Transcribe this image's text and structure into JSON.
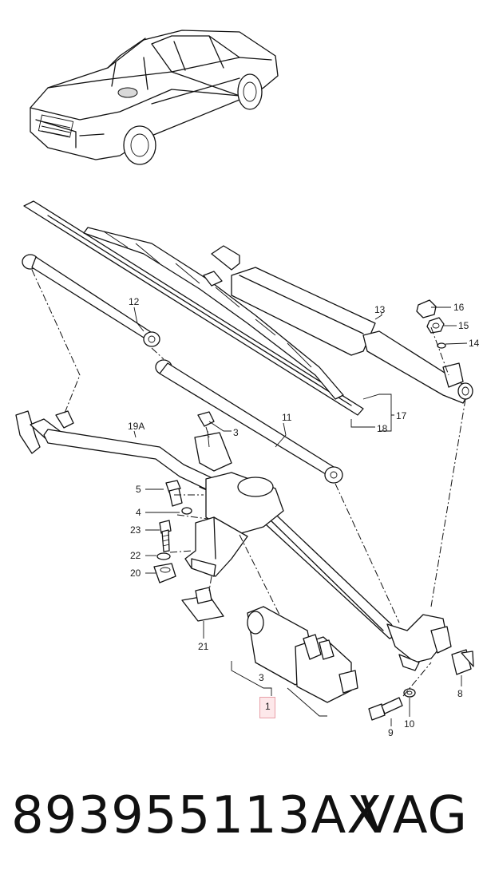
{
  "callouts": {
    "c16": "16",
    "c15": "15",
    "c14": "14",
    "c13": "13",
    "c12": "12",
    "c17": "17",
    "c18": "18",
    "c11": "11",
    "c3a": "3",
    "c19a": "19A",
    "c5": "5",
    "c4": "4",
    "c23": "23",
    "c22": "22",
    "c20": "20",
    "c21": "21",
    "c3b": "3",
    "c1": "1",
    "c8": "8",
    "c9": "9",
    "c10": "10"
  },
  "footer": {
    "part_number": "893955113AX",
    "brand": "VAG"
  },
  "colors": {
    "line": "#111111",
    "highlight_fill": "#fde8ea",
    "highlight_border": "#e8a0a8"
  }
}
